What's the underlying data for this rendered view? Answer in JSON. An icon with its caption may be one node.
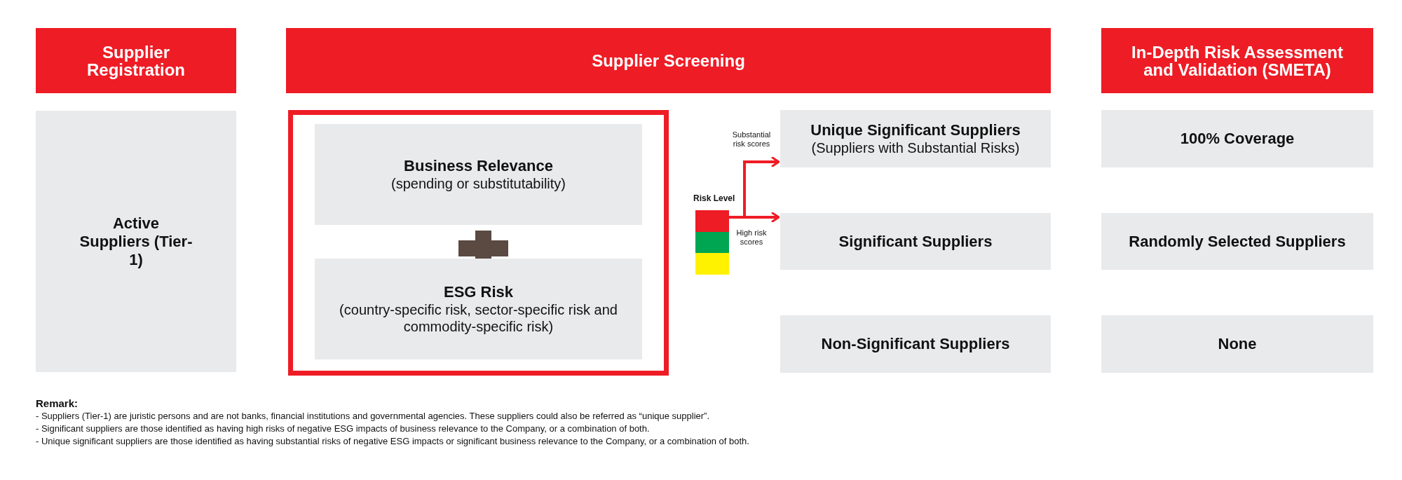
{
  "diagram": {
    "nodes": [
      {
        "text": [
          "Supplier Registration"
        ]
      },
      {
        "text": [
          "Supplier Screening"
        ]
      },
      {
        "text": [
          "In-Depth Risk Assessment and Validation (SMETA)"
        ]
      },
      {
        "text": [
          "Active Suppliers (Tier-1)"
        ]
      },
      {
        "text": [],
        "shape": "box"
      },
      {
        "text": [
          "Business Relevance",
          "(spending or substitutability)"
        ],
        "in": 4
      },
      {
        "text": [
          "ESG Risk",
          "(country-specific risk, sector-specific risk and commodity-specific risk)"
        ],
        "in": 4
      },
      {
        "text": [
          "Risk Level"
        ]
      },
      {
        "text": [
          "Unique Significant Suppliers",
          "(Suppliers with Substantial Risks)"
        ]
      },
      {
        "text": [
          "Significant Suppliers"
        ]
      },
      {
        "text": [
          "Non-Significant Suppliers"
        ]
      },
      {
        "text": [
          "100% Coverage"
        ]
      },
      {
        "text": [
          "Randomly Selected Suppliers"
        ]
      },
      {
        "text": [
          "None"
        ]
      }
    ],
    "edges": [
      {
        "from": 7,
        "to": 8,
        "arrow": "to",
        "label": "Substantial risk scores"
      },
      {
        "from": 7,
        "to": 9,
        "arrow": "to",
        "label": "High risk scores"
      }
    ],
    "labels": [
      "Remark:",
      "- Suppliers (Tier-1) are juristic persons and are not banks, financial institutions and governmental agencies. These suppliers could also be referred as “unique supplier”.",
      "- Significant suppliers are those identified as having  high risks of negative ESG impacts of business relevance to the Company, or a combination of both.",
      "- Unique significant suppliers are those identified as having substantial risks of negative ESG impacts or significant business relevance to the Company, or a combination of both."
    ]
  }
}
